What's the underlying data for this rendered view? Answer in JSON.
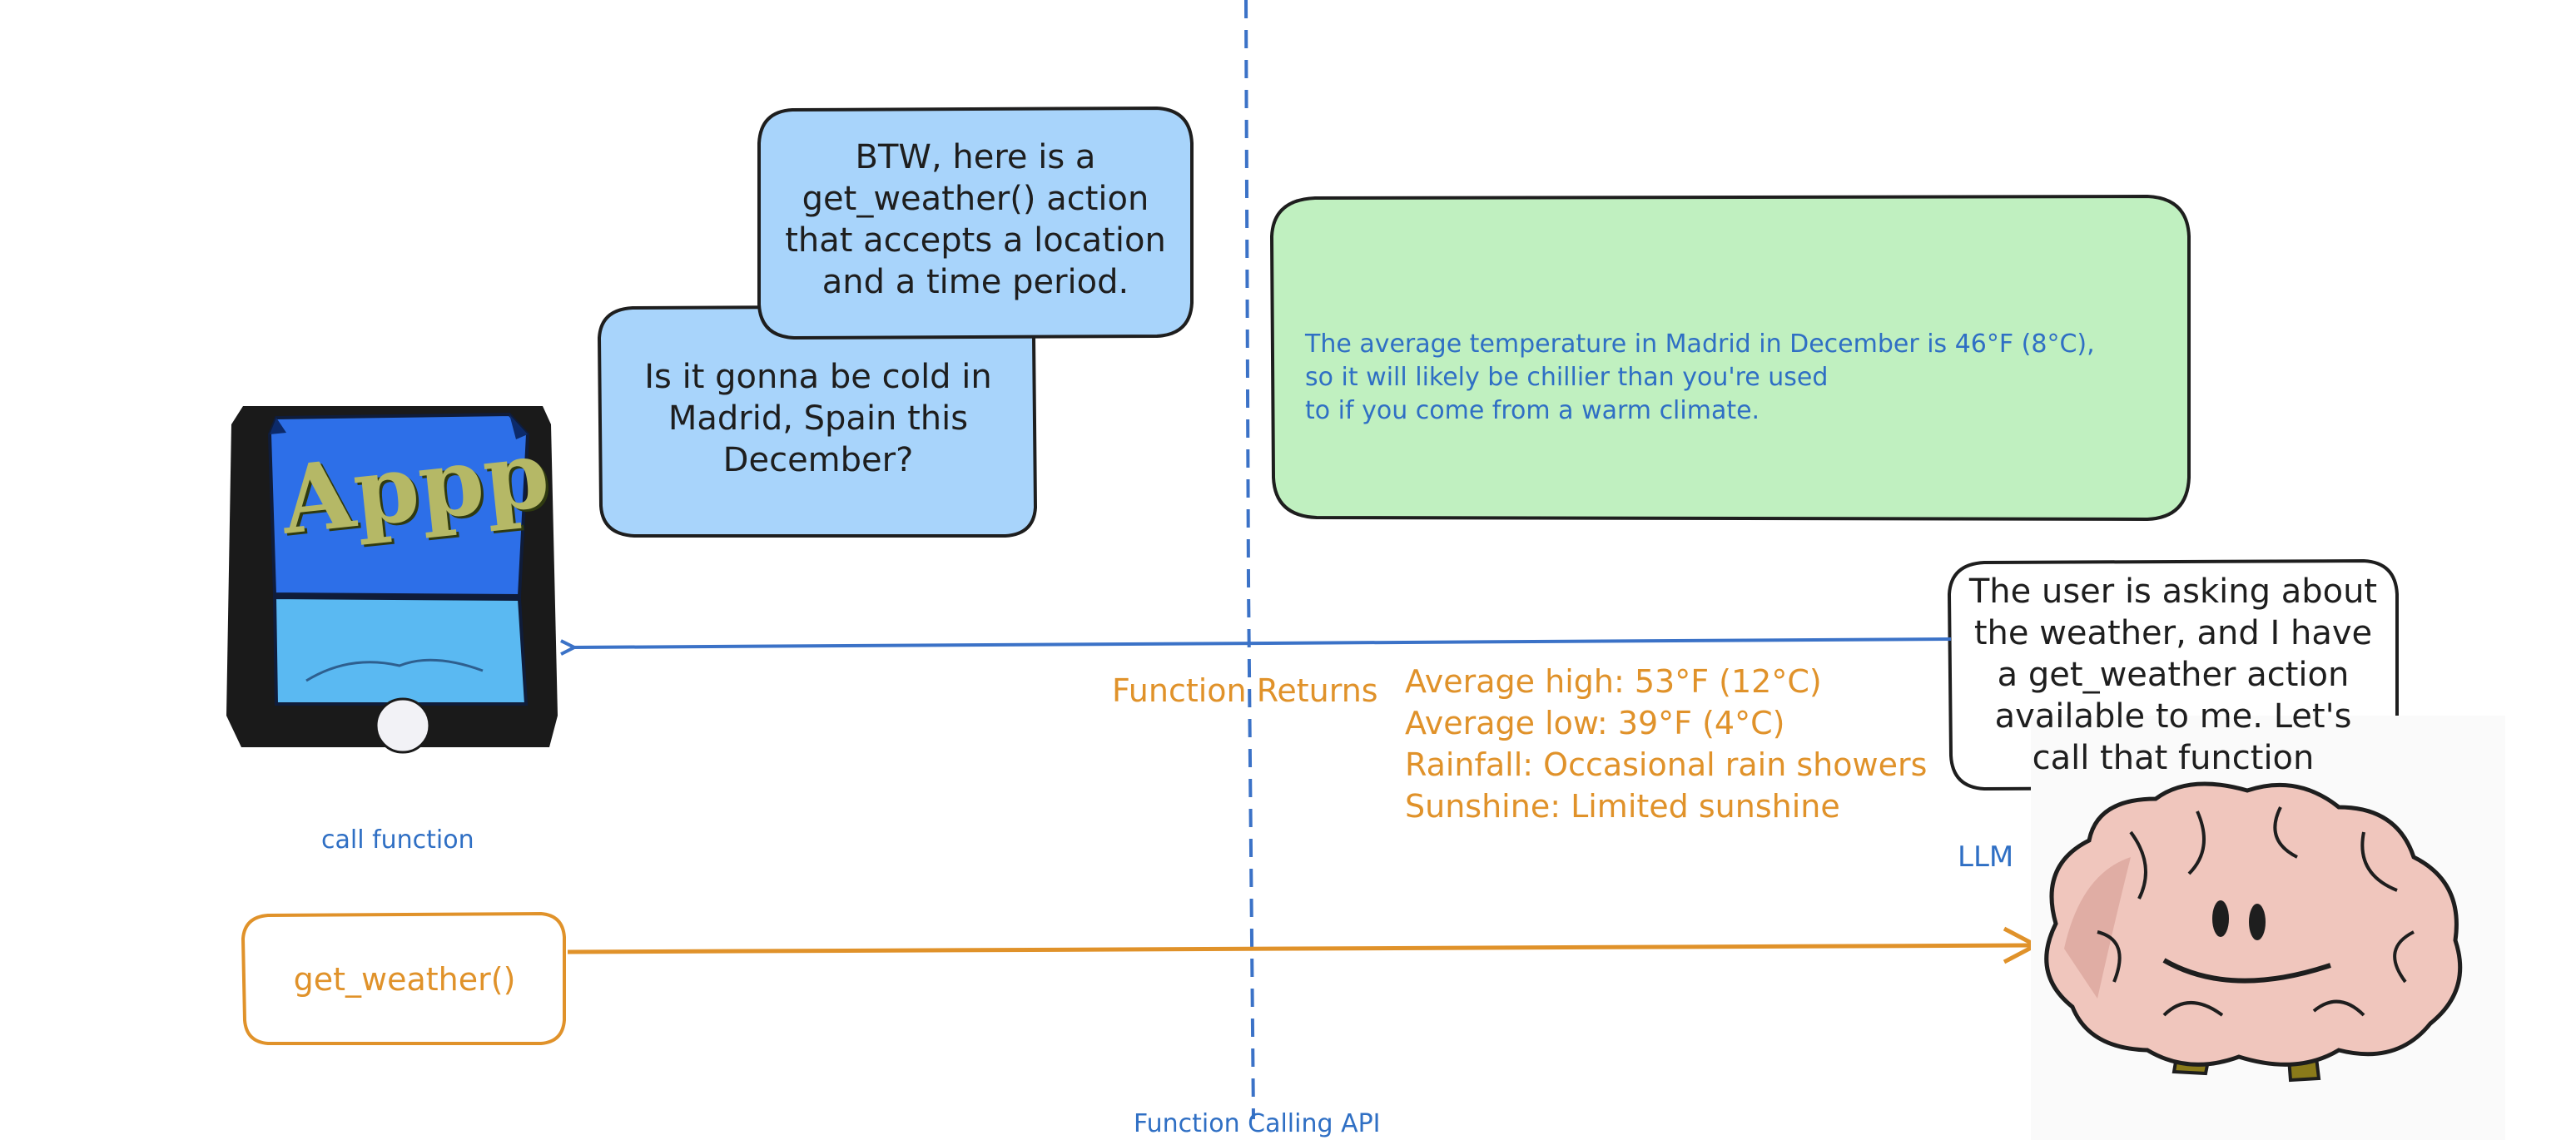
{
  "colors": {
    "blue_fill": "#a8d4fb",
    "green_fill": "#c0f0c0",
    "blue_stroke": "#3b72c7",
    "orange": "#e0922a",
    "dark_text": "#1e1e1e"
  },
  "app": {
    "logo_text": "Appp"
  },
  "bubbles": {
    "tool_definition": "BTW, here is a\nget_weather() action\nthat accepts a location\nand a time period.",
    "user_question": "Is it gonna be cold in\nMadrid, Spain this\nDecember?",
    "llm_thought": "The user is asking about\nthe weather, and I have\na get_weather action\navailable to me. Let's\ncall that function"
  },
  "final_answer": "The average temperature in Madrid in December is 46°F (8°C),\nso it will likely be chillier than you're used\nto if you come from a warm climate.",
  "labels": {
    "function_returns": "Function Returns",
    "call_function": "call function",
    "function_call_box": "get_weather()",
    "llm": "LLM",
    "api_divider": "Function Calling API"
  },
  "function_result": [
    "Average high: 53°F (12°C)",
    "Average low: 39°F (4°C)",
    "Rainfall: Occasional rain showers",
    "Sunshine: Limited sunshine"
  ]
}
